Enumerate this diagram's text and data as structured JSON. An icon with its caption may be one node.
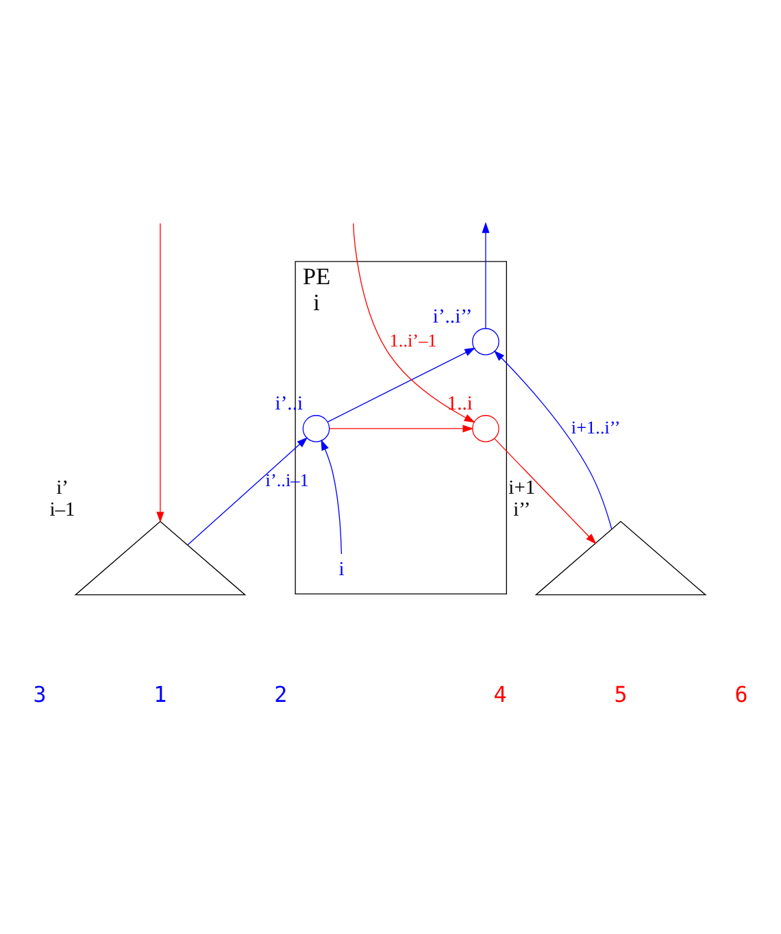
{
  "diagram": {
    "nodes": [
      {
        "text": [
          "PE",
          "i"
        ]
      },
      {
        "text": [],
        "shape": "circle",
        "beside": [
          "i’..i’’"
        ],
        "in": 0
      },
      {
        "text": [],
        "shape": "circle",
        "beside": [
          "i’..i"
        ],
        "in": 0
      },
      {
        "text": [],
        "shape": "circle",
        "beside": [
          "1..i"
        ],
        "in": 0
      },
      {
        "text": [
          "i"
        ],
        "in": 0
      },
      {
        "text": [],
        "shape": "triangle",
        "beside": [
          "i’",
          "i–1"
        ]
      },
      {
        "text": [],
        "shape": "triangle",
        "beside": [
          "i+1",
          "i’’"
        ]
      }
    ],
    "edges": [
      {
        "from": 1,
        "to": null,
        "arrow": "to"
      },
      {
        "from": null,
        "to": 3,
        "arrow": "to",
        "label": "1..i’–1",
        "color": "#ff0000"
      },
      {
        "from": null,
        "to": 5,
        "arrow": "to",
        "color": "#ff0000"
      },
      {
        "from": 5,
        "to": 2,
        "arrow": "to",
        "label": "i’..i–1"
      },
      {
        "from": 4,
        "to": 2,
        "arrow": "to"
      },
      {
        "from": 2,
        "to": 1,
        "arrow": "to"
      },
      {
        "from": 6,
        "to": 1,
        "arrow": "to",
        "label": "i+1..i’’"
      },
      {
        "from": 2,
        "to": 3,
        "arrow": "to",
        "color": "#ff0000"
      },
      {
        "from": 3,
        "to": 6,
        "arrow": "to",
        "color": "#ff0000"
      }
    ],
    "labels": [
      "3",
      "4",
      "1",
      "5",
      "2",
      "6"
    ]
  }
}
